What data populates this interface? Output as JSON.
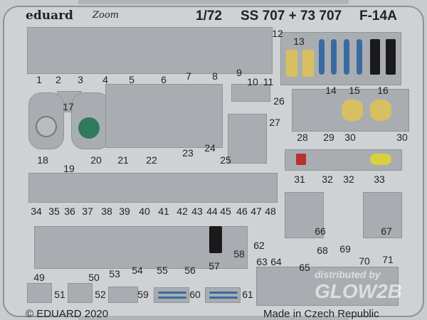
{
  "header": {
    "brand": "eduard",
    "sub_brand": "Zoom",
    "scale": "1/72",
    "product_code": "SS 707 + 73 707",
    "aircraft": "F-14A"
  },
  "footer": {
    "copyright": "© EDUARD 2020",
    "origin": "Made in Czech Republic"
  },
  "watermark": {
    "line1": "distributed by",
    "line2": "GLOW2B"
  },
  "parts": [
    "1",
    "2",
    "3",
    "4",
    "5",
    "6",
    "7",
    "8",
    "9",
    "10",
    "11",
    "12",
    "13",
    "14",
    "15",
    "16",
    "17",
    "18",
    "19",
    "20",
    "21",
    "22",
    "23",
    "24",
    "25",
    "26",
    "27",
    "28",
    "29",
    "30",
    "30",
    "31",
    "32",
    "32",
    "33",
    "34",
    "35",
    "36",
    "37",
    "38",
    "39",
    "40",
    "41",
    "42",
    "43",
    "44",
    "45",
    "46",
    "47",
    "48",
    "49",
    "50",
    "51",
    "52",
    "53",
    "54",
    "55",
    "56",
    "57",
    "58",
    "59",
    "60",
    "61",
    "62",
    "63",
    "64",
    "65",
    "66",
    "67",
    "68",
    "69",
    "70",
    "71"
  ],
  "colors": {
    "fret": "#cfd2d4",
    "panel": "#a9adb1",
    "yellow": "#d8c060",
    "blue": "#3a6aa0",
    "black": "#1a1a1a",
    "green": "#2f7a5a",
    "red": "#b83030"
  }
}
